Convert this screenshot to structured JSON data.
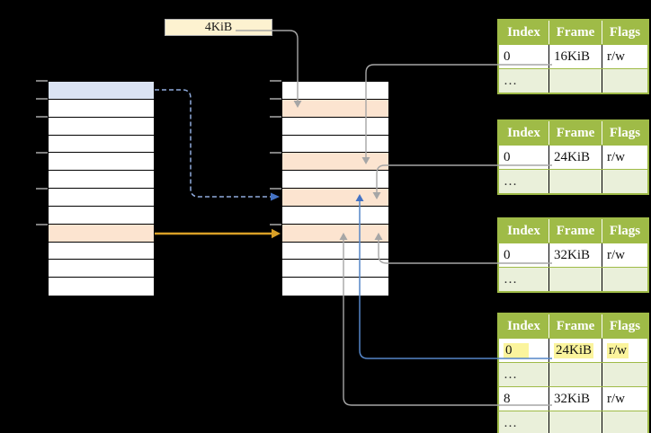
{
  "size_label": "4KiB",
  "virtual_memory_column": {
    "row_count": 12,
    "highlight_rows": {
      "0": "blue",
      "8": "orange"
    }
  },
  "physical_memory_column": {
    "row_count": 12,
    "highlight_rows": {
      "1": "orange",
      "4": "orange",
      "6": "orange",
      "8": "orange"
    }
  },
  "page_tables": [
    {
      "name": "page-table-16kib",
      "headers": [
        "Index",
        "Frame",
        "Flags"
      ],
      "rows": [
        {
          "type": "data",
          "highlight": false,
          "cells": [
            "0",
            "16KiB",
            "r/w"
          ]
        },
        {
          "type": "ellipsis",
          "highlight": false,
          "cells": [
            "…",
            "",
            ""
          ]
        }
      ]
    },
    {
      "name": "page-table-24kib",
      "headers": [
        "Index",
        "Frame",
        "Flags"
      ],
      "rows": [
        {
          "type": "data",
          "highlight": false,
          "cells": [
            "0",
            "24KiB",
            "r/w"
          ]
        },
        {
          "type": "ellipsis",
          "highlight": false,
          "cells": [
            "…",
            "",
            ""
          ]
        }
      ]
    },
    {
      "name": "page-table-32kib",
      "headers": [
        "Index",
        "Frame",
        "Flags"
      ],
      "rows": [
        {
          "type": "data",
          "highlight": false,
          "cells": [
            "0",
            "32KiB",
            "r/w"
          ]
        },
        {
          "type": "ellipsis",
          "highlight": false,
          "cells": [
            "…",
            "",
            ""
          ]
        }
      ]
    },
    {
      "name": "page-table-active",
      "headers": [
        "Index",
        "Frame",
        "Flags"
      ],
      "rows": [
        {
          "type": "data",
          "highlight": true,
          "cells": [
            "0",
            "24KiB",
            "r/w"
          ]
        },
        {
          "type": "ellipsis",
          "highlight": false,
          "cells": [
            "…",
            "",
            ""
          ]
        },
        {
          "type": "data",
          "highlight": false,
          "cells": [
            "8",
            "32KiB",
            "r/w"
          ]
        },
        {
          "type": "ellipsis",
          "highlight": false,
          "cells": [
            "…",
            "",
            ""
          ]
        }
      ]
    }
  ],
  "colors": {
    "background": "#000000",
    "virtual_page_blue": "#dae3f3",
    "used_frame_orange": "#fce4d0",
    "size_box_cream": "#fdf2d0",
    "table_header_green": "#9fbb47",
    "table_ellipsis_green": "#eaf0da",
    "highlight_yellow": "#fbf49d",
    "connector_gray": "#a6a6a6",
    "connector_blue": "#5585c7",
    "connector_blue_dashed": "#8faadc",
    "arrowhead_blue": "#4472c4",
    "connector_orange": "#d9a026",
    "tick_gray": "#7f7f7f"
  }
}
